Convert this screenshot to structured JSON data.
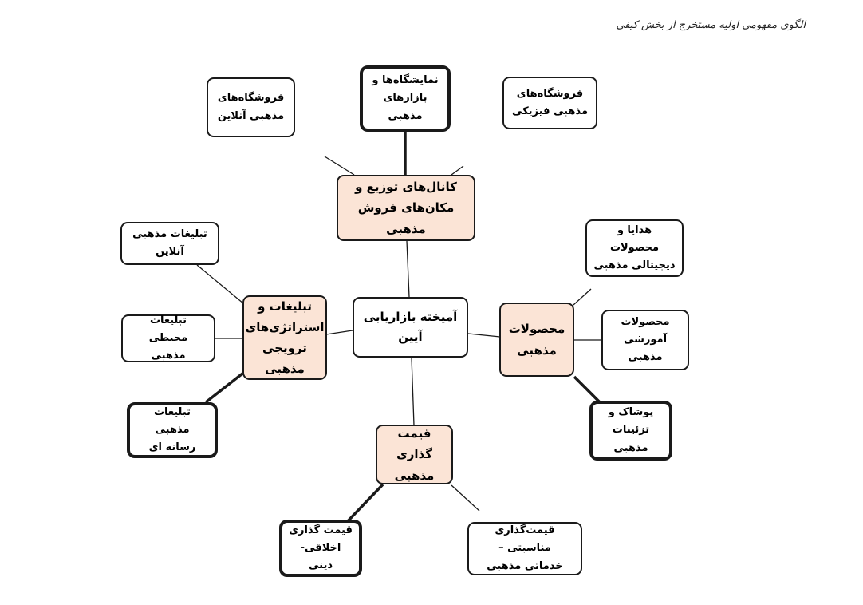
{
  "caption": "الگوی مفهومی اولیه مستخرج از بخش کیفی",
  "colors": {
    "category_fill": "#fbe4d6",
    "node_fill": "#ffffff",
    "stroke": "#1a1a1a"
  },
  "center": "آمیخته بازاریابی آیین",
  "categories": {
    "distribution": "کانال‌های توزیع و\nمکان‌های فروش مذهبی",
    "products": "محصولات\nمذهبی",
    "pricing": "قیمت گذاری\nمذهبی",
    "promotion": "تبلیغات و\nاستراتژی‌های\nترویجی\nمذهبی"
  },
  "leaves": {
    "online_stores": "فروشگاه‌های\nمذهبی آنلاین",
    "exhibitions": "نمایشگاه‌ها و\nبازارهای مذهبی",
    "physical_stores": "فروشگاه‌های\nمذهبی فیزیکی",
    "gifts_digital": "هدایا و محصولات\nدیجیتالی مذهبی",
    "educational": "محصولات\nآموزشی مذهبی",
    "clothing": "پوشاک  و تزئینات\nمذهبی",
    "ethical_pricing": "قیمت گذاری\nاخلاقی- دینی",
    "occasion_pricing": "قیمت‌گذاری مناسبتی –\nخدماتی مذهبی",
    "online_ads": "تبلیغات مذهبی آنلاین",
    "ambient_ads": "تبلیغات محیطی\nمذهبی",
    "media_ads": "تبلیغات مذهبی\nرسانه ای"
  }
}
